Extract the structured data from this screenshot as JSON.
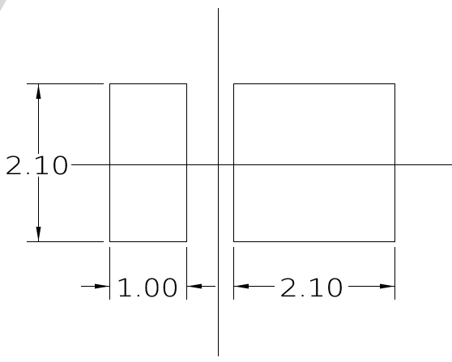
{
  "drawing": {
    "dimensions": {
      "left_height": "2.10",
      "small_width": "1.00",
      "large_width": "2.10"
    }
  }
}
